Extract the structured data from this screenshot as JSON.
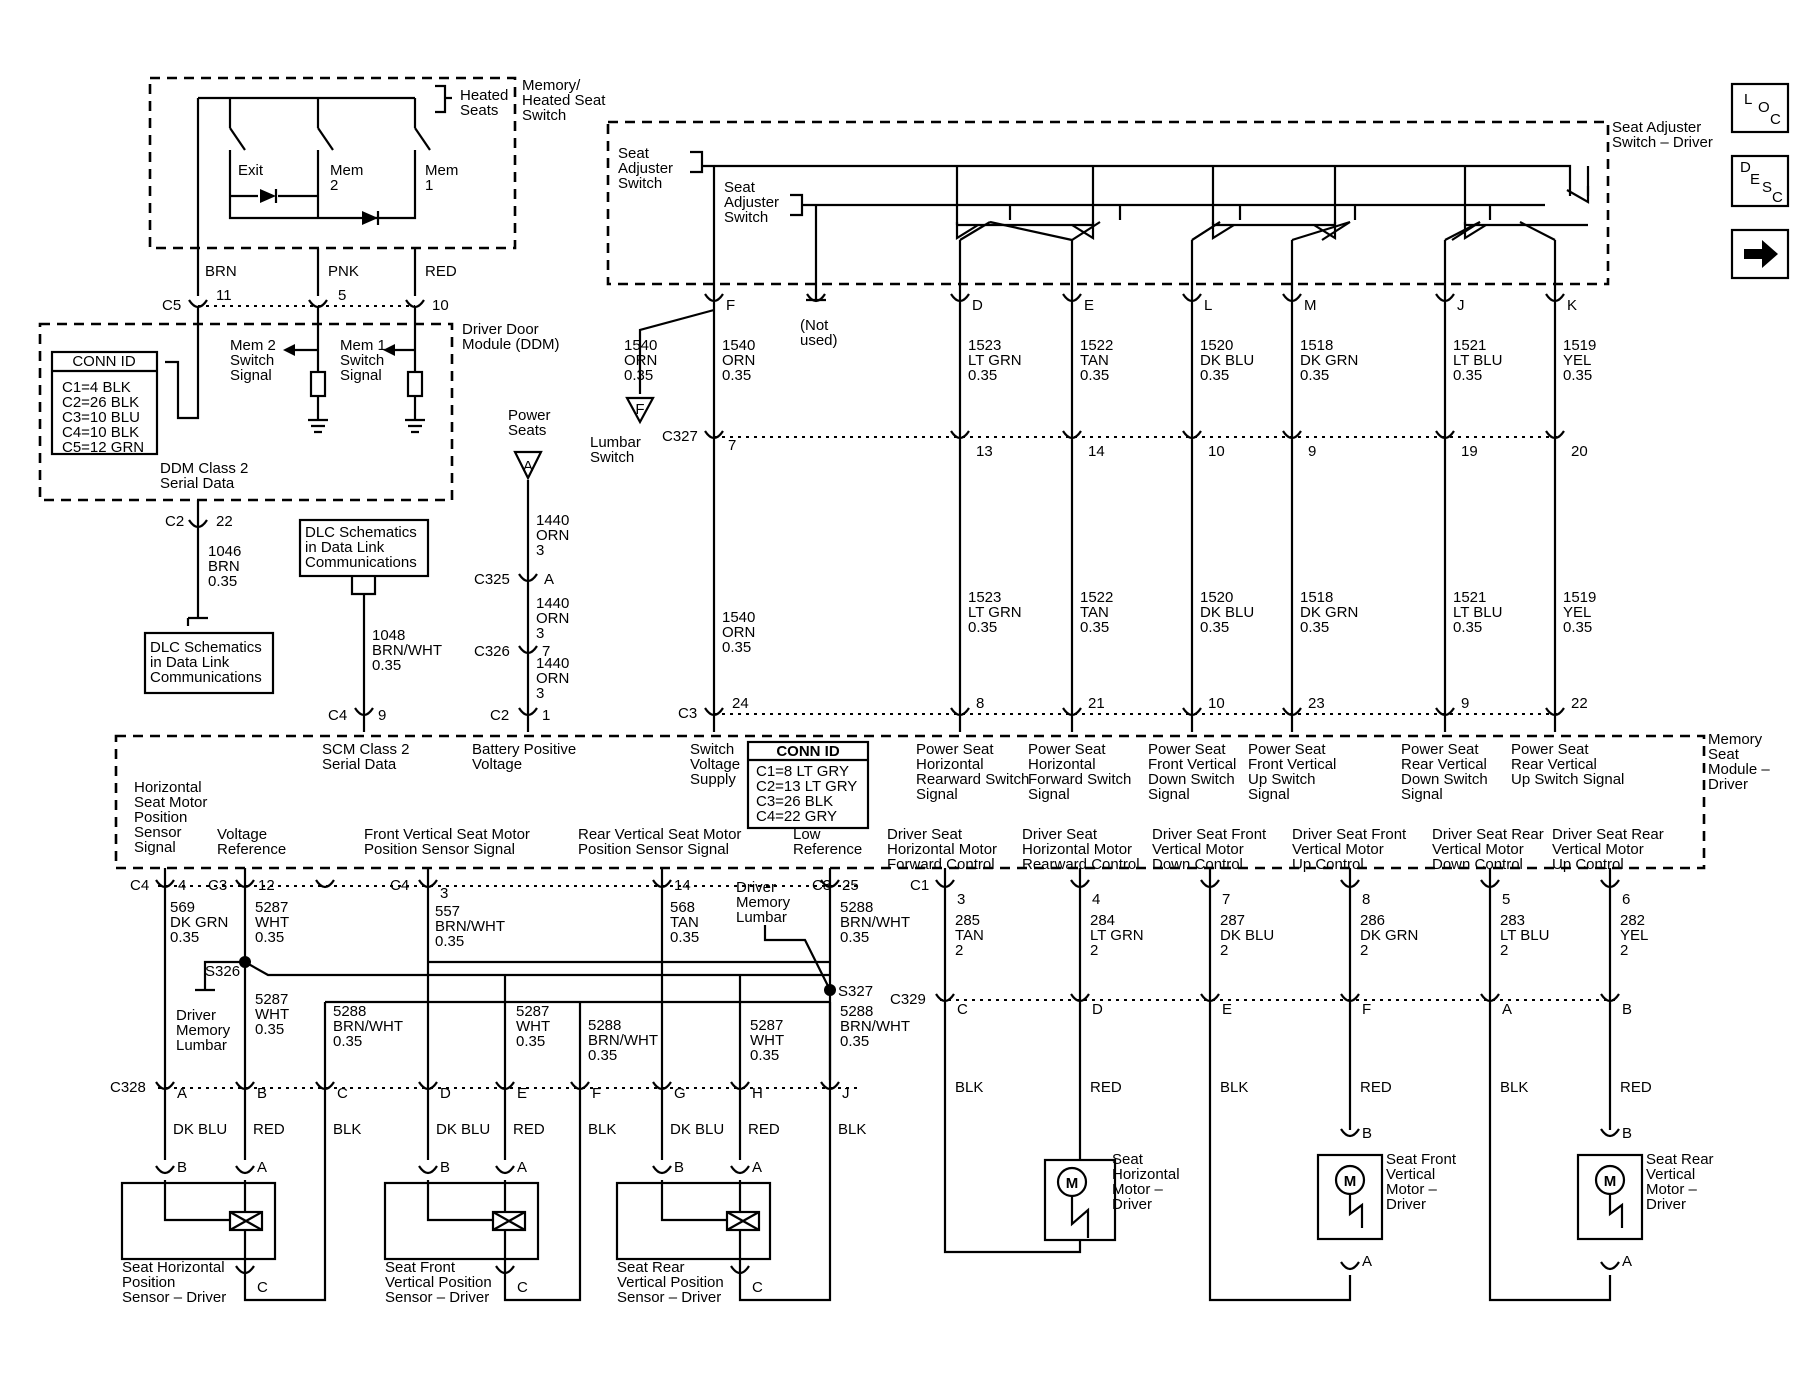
{
  "labels": {
    "memory_switch": "Memory/\nHeated Seat\nSwitch",
    "heated_seats": "Heated\nSeats",
    "exit": "Exit",
    "mem2": "Mem\n2",
    "mem1": "Mem\n1",
    "brn": "BRN",
    "pnk": "PNK",
    "red": "RED",
    "c5": "C5",
    "p11": "11",
    "p5": "5",
    "p10": "10",
    "ddm_title": "Driver Door\nModule (DDM)",
    "mem2_sig": "Mem 2\nSwitch\nSignal",
    "mem1_sig": "Mem 1\nSwitch\nSignal",
    "ddm_class2": "DDM Class 2\nSerial Data",
    "c2a": "C2",
    "p22": "22",
    "w1046": "1046\nBRN\n0.35",
    "dlc1": "DLC Schematics\nin Data Link\nCommunications",
    "dlc2": "DLC Schematics\nin Data Link\nCommunications",
    "w1048": "1048\nBRN/WHT\n0.35",
    "c4a": "C4",
    "p9": "9",
    "power_seats": "Power\nSeats",
    "flag_a": "A",
    "w1440a": "1440\nORN\n3",
    "w1440b": "1440\nORN\n3",
    "w1440c": "1440\nORN\n3",
    "c325": "C325",
    "c326": "C326",
    "pa": "A",
    "p7b": "7",
    "c2b": "C2",
    "p1": "1",
    "seat_adj_title": "Seat Adjuster\nSwitch – Driver",
    "seat_adj_sw1": "Seat\nAdjuster\nSwitch",
    "seat_adj_sw2": "Seat\nAdjuster\nSwitch",
    "not_used": "(Not\nused)",
    "flag_f": "F",
    "w1540a": "1540\nORN\n0.35",
    "w1540b": "1540\nORN\n0.35",
    "w1540c": "1540\nORN\n0.35",
    "lumbar_sw": "Lumbar\nSwitch",
    "c327": "C327",
    "c3_top": "C3",
    "p24": "24",
    "memory_module": "Memory\nSeat\nModule –\nDriver",
    "scm_class2": "SCM Class 2\nSerial Data",
    "batt_pos": "Battery Positive\nVoltage",
    "sw_volt": "Switch\nVoltage\nSupply",
    "hseat_pos": "Horizontal\nSeat Motor\nPosition\nSensor\nSignal",
    "volt_ref": "Voltage\nReference",
    "front_pos": "Front Vertical Seat Motor\nPosition Sensor Signal",
    "rear_pos": "Rear Vertical Seat Motor\nPosition Sensor Signal",
    "low_ref": "Low\nReference",
    "c4b": "C4",
    "c3b": "C3",
    "c4c": "C4",
    "c3c": "C3",
    "p4": "4",
    "p12": "12",
    "p3": "3",
    "p14": "14",
    "p25": "25",
    "w569": "569\nDK GRN\n0.35",
    "w5287a": "5287\nWHT\n0.35",
    "w557": "557\nBRN/WHT\n0.35",
    "w568": "568\nTAN\n0.35",
    "w5288a": "5288\nBRN/WHT\n0.35",
    "driver_mem_lumbar1": "Driver\nMemory\nLumbar",
    "driver_mem_lumbar2": "Driver\nMemory\nLumbar",
    "s326": "S326",
    "s327": "S327",
    "w5287b": "5287\nWHT\n0.35",
    "w5288b": "5288\nBRN/WHT\n0.35",
    "w5287c": "5287\nWHT\n0.35",
    "w5288c": "5288\nBRN/WHT\n0.35",
    "w5287d": "5287\nWHT\n0.35",
    "w5288d": "5288\nBRN/WHT\n0.35",
    "c328": "C328",
    "seat_h_sensor": "Seat Horizontal\nPosition\nSensor – Driver",
    "seat_f_sensor": "Seat Front\nVertical Position\nSensor – Driver",
    "seat_r_sensor": "Seat Rear\nVertical Position\nSensor – Driver",
    "c1": "C1",
    "c329": "C329",
    "seat_h_motor": "Seat\nHorizontal\nMotor –\nDriver",
    "seat_f_motor": "Seat Front\nVertical\nMotor –\nDriver",
    "seat_r_motor": "Seat Rear\nVertical\nMotor –\nDriver",
    "motor_m": "M"
  },
  "conn_id_ddm": {
    "title": "CONN ID",
    "rows": [
      "C1=4 BLK",
      "C2=26 BLK",
      "C3=10 BLU",
      "C4=10 BLK",
      "C5=12 GRN"
    ]
  },
  "conn_id_msm": {
    "title": "CONN ID",
    "rows": [
      "C1=8 LT GRY",
      "C2=13 LT GRY",
      "C3=26 BLK",
      "C4=22 GRY"
    ]
  },
  "nav_icons": [
    {
      "name": "loc-icon",
      "text": "LOC"
    },
    {
      "name": "desc-icon",
      "text": "DESC"
    },
    {
      "name": "arrow-right-icon",
      "text": "➔"
    }
  ],
  "top_columns": [
    {
      "pin_top": "D",
      "wire_top": "1523\nLT GRN\n0.35",
      "c327": "13",
      "wire_mid": "1523\nLT GRN\n0.35",
      "c3": "8",
      "label": "Power Seat\nHorizontal\nRearward Switch\nSignal"
    },
    {
      "pin_top": "E",
      "wire_top": "1522\nTAN\n0.35",
      "c327": "14",
      "wire_mid": "1522\nTAN\n0.35",
      "c3": "21",
      "label": "Power Seat\nHorizontal\nForward Switch\nSignal"
    },
    {
      "pin_top": "L",
      "wire_top": "1520\nDK BLU\n0.35",
      "c327": "10",
      "wire_mid": "1520\nDK BLU\n0.35",
      "c3": "10",
      "label": "Power Seat\nFront Vertical\nDown Switch\nSignal"
    },
    {
      "pin_top": "M",
      "wire_top": "1518\nDK GRN\n0.35",
      "c327": "9",
      "wire_mid": "1518\nDK GRN\n0.35",
      "c3": "23",
      "label": "Power Seat\nFront Vertical\nUp Switch\nSignal"
    },
    {
      "pin_top": "J",
      "wire_top": "1521\nLT BLU\n0.35",
      "c327": "19",
      "wire_mid": "1521\nLT BLU\n0.35",
      "c3": "9",
      "label": "Power Seat\nRear Vertical\nDown Switch\nSignal"
    },
    {
      "pin_top": "K",
      "wire_top": "1519\nYEL\n0.35",
      "c327": "20",
      "wire_mid": "1519\nYEL\n0.35",
      "c3": "22",
      "label": "Power Seat\nRear Vertical\nUp Switch Signal"
    }
  ],
  "f_column": {
    "pin_top": "F",
    "c327": "7"
  },
  "bottom_columns": [
    {
      "label": "Driver Seat\nHorizontal Motor\nForward Control",
      "c1": "3",
      "wire": "285\nTAN\n2",
      "c329": "C",
      "color": "BLK"
    },
    {
      "label": "Driver Seat\nHorizontal Motor\nRearward Control",
      "c1": "4",
      "wire": "284\nLT GRN\n2",
      "c329": "D",
      "color": "RED"
    },
    {
      "label": "Driver Seat Front\nVertical Motor\nDown Control",
      "c1": "7",
      "wire": "287\nDK BLU\n2",
      "c329": "E",
      "color": "BLK"
    },
    {
      "label": "Driver Seat Front\nVertical Motor\nUp Control",
      "c1": "8",
      "wire": "286\nDK GRN\n2",
      "c329": "F",
      "color": "RED"
    },
    {
      "label": "Driver Seat Rear\nVertical Motor\nDown Control",
      "c1": "5",
      "wire": "283\nLT BLU\n2",
      "c329": "A",
      "color": "BLK"
    },
    {
      "label": "Driver Seat Rear\nVertical Motor\nUp Control",
      "c1": "6",
      "wire": "282\nYEL\n2",
      "c329": "B",
      "color": "RED"
    }
  ],
  "c328_pins": [
    {
      "pin": "A",
      "color": "DK BLU"
    },
    {
      "pin": "B",
      "color": "RED"
    },
    {
      "pin": "C",
      "color": "BLK"
    },
    {
      "pin": "D",
      "color": "DK BLU"
    },
    {
      "pin": "E",
      "color": "RED"
    },
    {
      "pin": "F",
      "color": "BLK"
    },
    {
      "pin": "G",
      "color": "DK BLU"
    },
    {
      "pin": "H",
      "color": "RED"
    },
    {
      "pin": "J",
      "color": "BLK"
    }
  ],
  "sensor_pins": {
    "b": "B",
    "a": "A",
    "c": "C"
  }
}
